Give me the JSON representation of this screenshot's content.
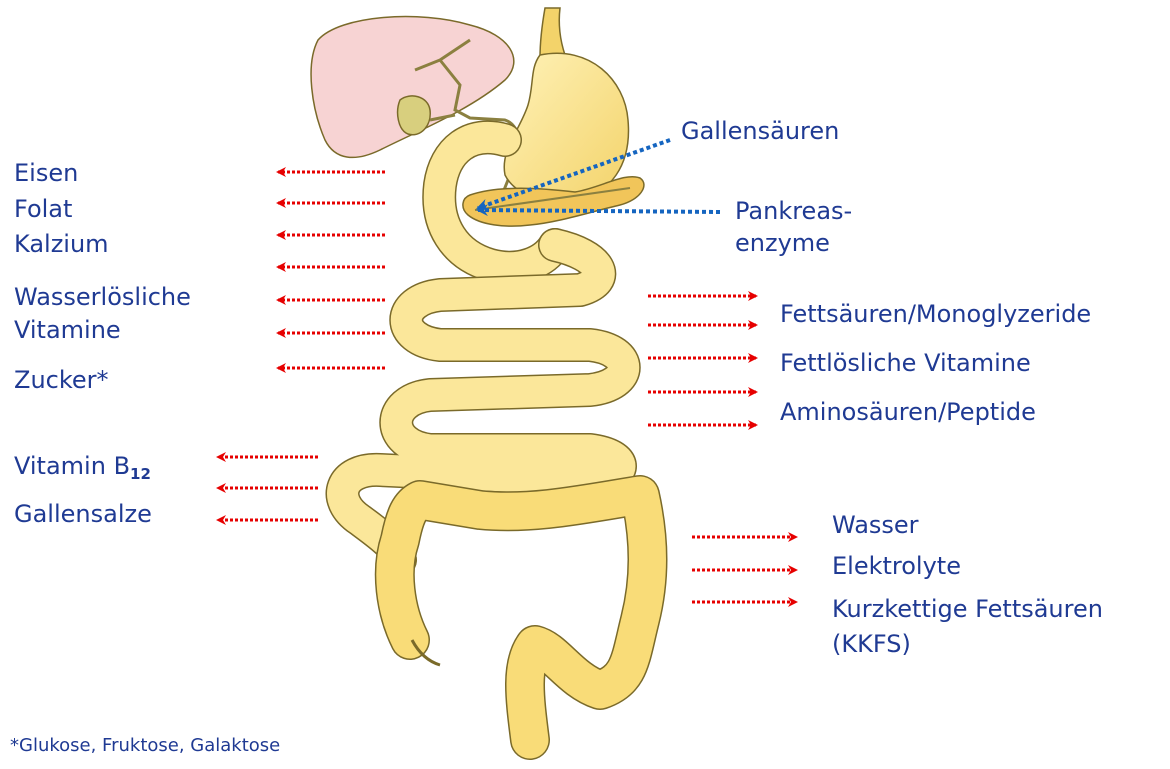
{
  "bile_and_enzymes": {
    "bile_acids": "Gallensäuren",
    "pancreas_line1": "Pankreas-",
    "pancreas_line2": "enzyme"
  },
  "upper_left_absorption": {
    "items": [
      "Eisen",
      "Folat",
      "Kalzium",
      "Wasserlösliche",
      "Vitamine",
      "Zucker*"
    ]
  },
  "right_small_intestine": {
    "items": [
      "Fettsäuren/Monoglyzeride",
      "Fettlösliche Vitamine",
      "Aminosäuren/Peptide"
    ]
  },
  "lower_left_absorption": {
    "vitamin_prefix": "Vitamin B",
    "vitamin_subscript": "12",
    "bile_salts": "Gallensalze"
  },
  "colon_absorption": {
    "items": [
      "Wasser",
      "Elektrolyte",
      "Kurzkettige Fettsäuren",
      "(KKFS)"
    ]
  },
  "footnote": "*Glukose, Fruktose, Galaktose",
  "colors": {
    "text": "#1f3a93",
    "red_arrow": "#e60000",
    "blue_arrow": "#1565c0",
    "organ_yellow": "#fbe79a",
    "organ_outline": "#7a6a2a",
    "liver_pink": "#f7d3d3",
    "gallbladder": "#d8cf7e"
  }
}
